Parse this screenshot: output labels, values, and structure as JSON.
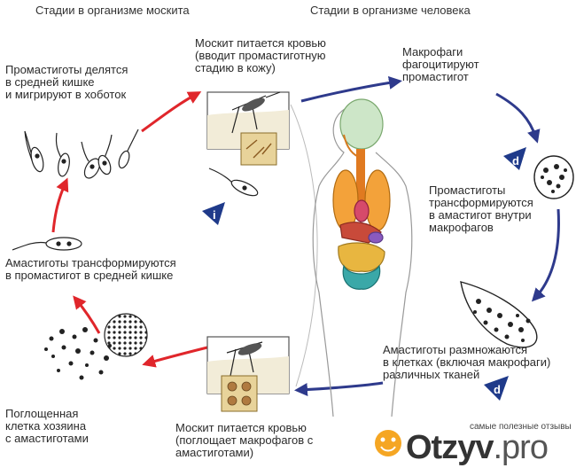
{
  "headers": {
    "mosquito": "Стадии в организме москита",
    "human": "Стадии в организме человека"
  },
  "labels": {
    "promastigotes_midgut": "Промастиготы делятся\nв средней кишке\nи мигрируют в хоботок",
    "bite_inject": "Москит питается кровью\n(вводит промастиготную\nстадию в кожу)",
    "macrophages": "Макрофаги\nфагоцитируют\nпромастигот",
    "transform_amastigote": "Промастиготы\nтрансформируются\nв амастигот внутри\nмакрофагов",
    "amastigote_to_promastigote": "Амастиготы трансформируются\nв промастигот в средней кишке",
    "amastigote_multiply": "Амастиготы размножаются\nв клетках (включая макрофаги)\nразличных тканей",
    "host_cell": "Поглощенная\nклетка хозяина\nс амастиготами",
    "bite_ingest": "Москит питается кровью\n(поглощает макрофагов с\nамастиготами)"
  },
  "badges": {
    "i": "i",
    "d1": "d",
    "d2": "d"
  },
  "colors": {
    "red_arrow": "#e0262b",
    "blue_arrow": "#2e3a8c",
    "badge": "#1f3a8a",
    "tissue_fill": "#e8d39a"
  },
  "watermark": {
    "tagline": "самые полезные отзывы",
    "brand": "Otzyv",
    "tld": ".pro"
  }
}
